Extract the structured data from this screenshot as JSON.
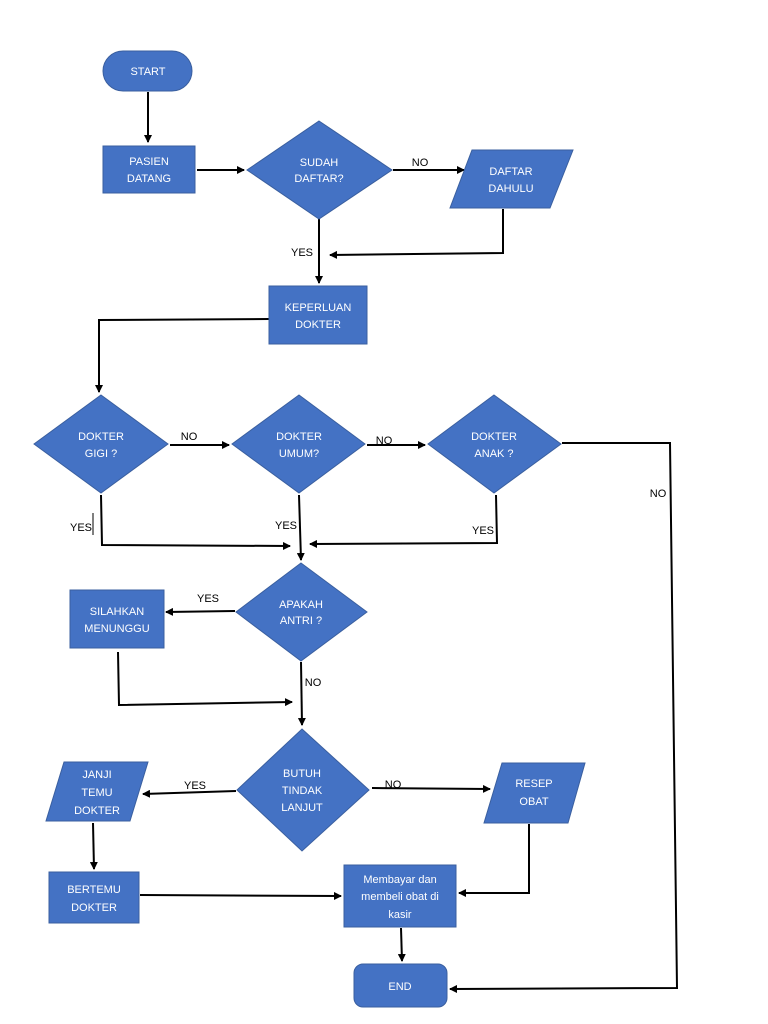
{
  "nodes": {
    "start": "START",
    "pasien_datang": [
      "PASIEN",
      "DATANG"
    ],
    "sudah_daftar": [
      "SUDAH",
      "DAFTAR?"
    ],
    "daftar_dahulu": [
      "DAFTAR",
      "DAHULU"
    ],
    "keperluan_dokter": [
      "KEPERLUAN",
      "DOKTER"
    ],
    "dokter_gigi": [
      "DOKTER",
      "GIGI ?"
    ],
    "dokter_umum": [
      "DOKTER",
      "UMUM?"
    ],
    "dokter_anak": [
      "DOKTER",
      "ANAK ?"
    ],
    "apakah_antri": [
      "APAKAH",
      "ANTRI ?"
    ],
    "silahkan_menunggu": [
      "SILAHKAN",
      "MENUNGGU"
    ],
    "butuh_tindak_lanjut": [
      "BUTUH",
      "TINDAK",
      "LANJUT"
    ],
    "janji_temu_dokter": [
      "JANJI",
      "TEMU",
      "DOKTER"
    ],
    "resep_obat": [
      "RESEP",
      "OBAT"
    ],
    "bertemu_dokter": [
      "BERTEMU",
      "DOKTER"
    ],
    "membayar": [
      "Membayar dan",
      "membeli obat di",
      "kasir"
    ],
    "end": "END"
  },
  "edge_labels": {
    "sudah_no": "NO",
    "sudah_yes": "YES",
    "gigi_no": "NO",
    "umum_no": "NO",
    "anak_no": "NO",
    "gigi_yes": "YES",
    "umum_yes": "YES",
    "anak_yes": "YES",
    "antri_yes": "YES",
    "antri_no": "NO",
    "butuh_yes": "YES",
    "butuh_no": "NO"
  },
  "colors": {
    "shape_fill": "#4472c4",
    "text": "#ffffff",
    "line": "#000000"
  }
}
